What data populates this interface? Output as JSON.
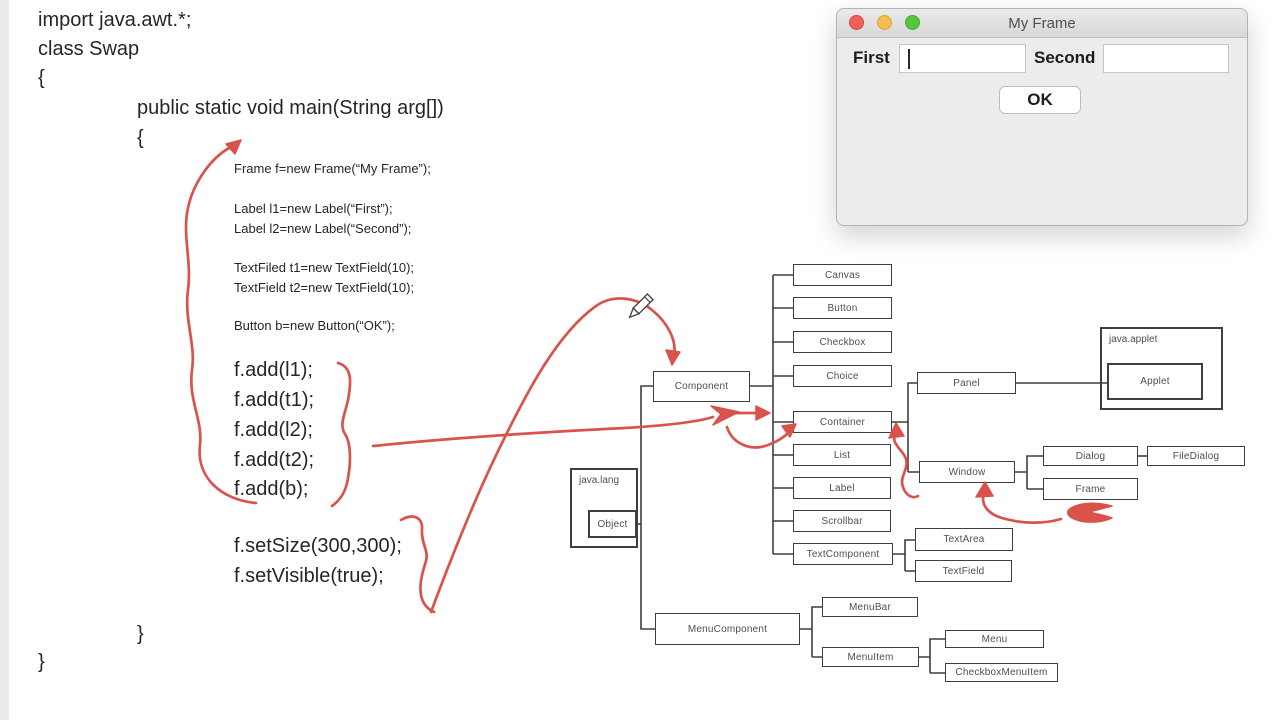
{
  "code": {
    "lines": [
      "import java.awt.*;",
      "class Swap",
      "{",
      "public static void main(String arg[])",
      "{",
      "Frame f=new Frame(“My Frame”);",
      "Label l1=new Label(“First”);",
      "Label l2=new Label(“Second”);",
      "TextFiled t1=new TextField(10);",
      "TextField t2=new TextField(10);",
      "Button b=new Button(“OK”);",
      "f.add(l1);",
      "f.add(t1);",
      "f.add(l2);",
      "f.add(t2);",
      "f.add(b);",
      "f.setSize(300,300);",
      "f.setVisible(true);",
      "}",
      "}"
    ]
  },
  "frame_window": {
    "title": "My Frame",
    "first_label": "First",
    "first_value": "",
    "second_label": "Second",
    "second_value": "",
    "ok_label": "OK",
    "traffic_light_colors": {
      "close": "#ee6156",
      "minimize": "#f5bf4f",
      "zoom": "#57c63f"
    }
  },
  "diagram": {
    "nodes": {
      "component": "Component",
      "canvas": "Canvas",
      "button": "Button",
      "checkbox": "Checkbox",
      "choice": "Choice",
      "container": "Container",
      "list": "List",
      "label": "Label",
      "scrollbar": "Scrollbar",
      "text_component": "TextComponent",
      "text_area": "TextArea",
      "text_field": "TextField",
      "panel": "Panel",
      "window": "Window",
      "dialog": "Dialog",
      "file_dialog": "FileDialog",
      "frame": "Frame",
      "java_applet_package": "java.applet",
      "applet": "Applet",
      "java_lang_package": "java.lang",
      "object": "Object",
      "menu_component": "MenuComponent",
      "menu_bar": "MenuBar",
      "menu_item": "MenuItem",
      "menu": "Menu",
      "checkbox_menu_item": "CheckboxMenuItem"
    },
    "colors": {
      "connector": "#3f3f3f",
      "annotation_ink": "#d9524c"
    }
  }
}
